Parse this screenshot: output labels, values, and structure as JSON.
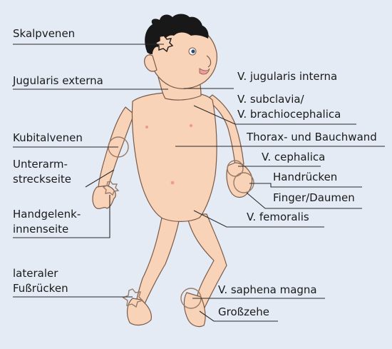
{
  "background_color": "#e4ebf5",
  "skin_color": "#f8d3b8",
  "skin_outline": "#7a5a48",
  "hair_color": "#181818",
  "leader_color": "#2a2a2a",
  "site_marker_outline": "#9a7a66",
  "labels": {
    "skalpvenen": "Skalpvenen",
    "jugularis_externa": "Jugularis externa",
    "jugularis_interna": "V. jugularis interna",
    "subclavia_line1": "V. subclavia/",
    "subclavia_line2": "V. brachiocephalica",
    "kubitalvenen": "Kubitalvenen",
    "thorax_bauchwand": "Thorax- und Bauchwand",
    "unterarm_line1": "Unterarm-",
    "unterarm_line2": "streckseite",
    "cephalica": "V. cephalica",
    "handruecken": "Handrücken",
    "finger_daumen": "Finger/Daumen",
    "handgelenk_line1": "Handgelenk-",
    "handgelenk_line2": "innenseite",
    "femoralis": "V. femoralis",
    "fussruecken_line1": "lateraler",
    "fussruecken_line2": "Fußrücken",
    "saphena_magna": "V. saphena magna",
    "grosszehe": "Großzehe"
  }
}
